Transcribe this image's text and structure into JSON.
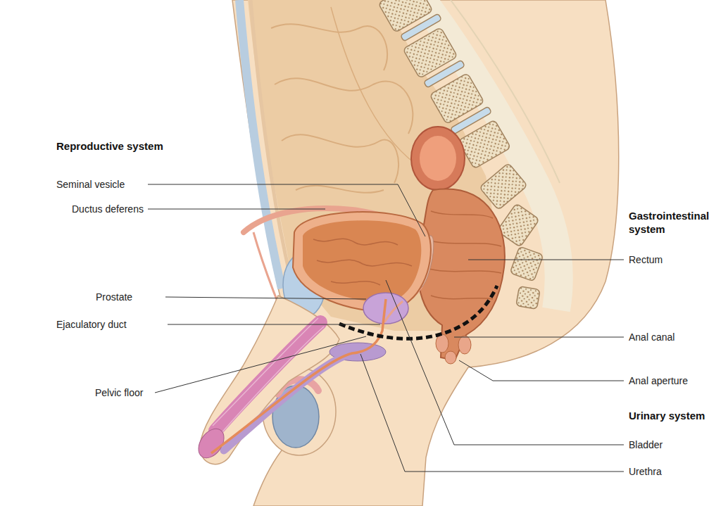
{
  "diagram": {
    "labels": [
      "Reproductive system",
      "Seminal vesicle",
      "Ductus deferens",
      "Prostate",
      "Ejaculatory duct",
      "Pelvic floor",
      "Gastrointestinal system",
      "Rectum",
      "Anal canal",
      "Anal aperture",
      "Urinary system",
      "Bladder",
      "Urethra"
    ]
  }
}
